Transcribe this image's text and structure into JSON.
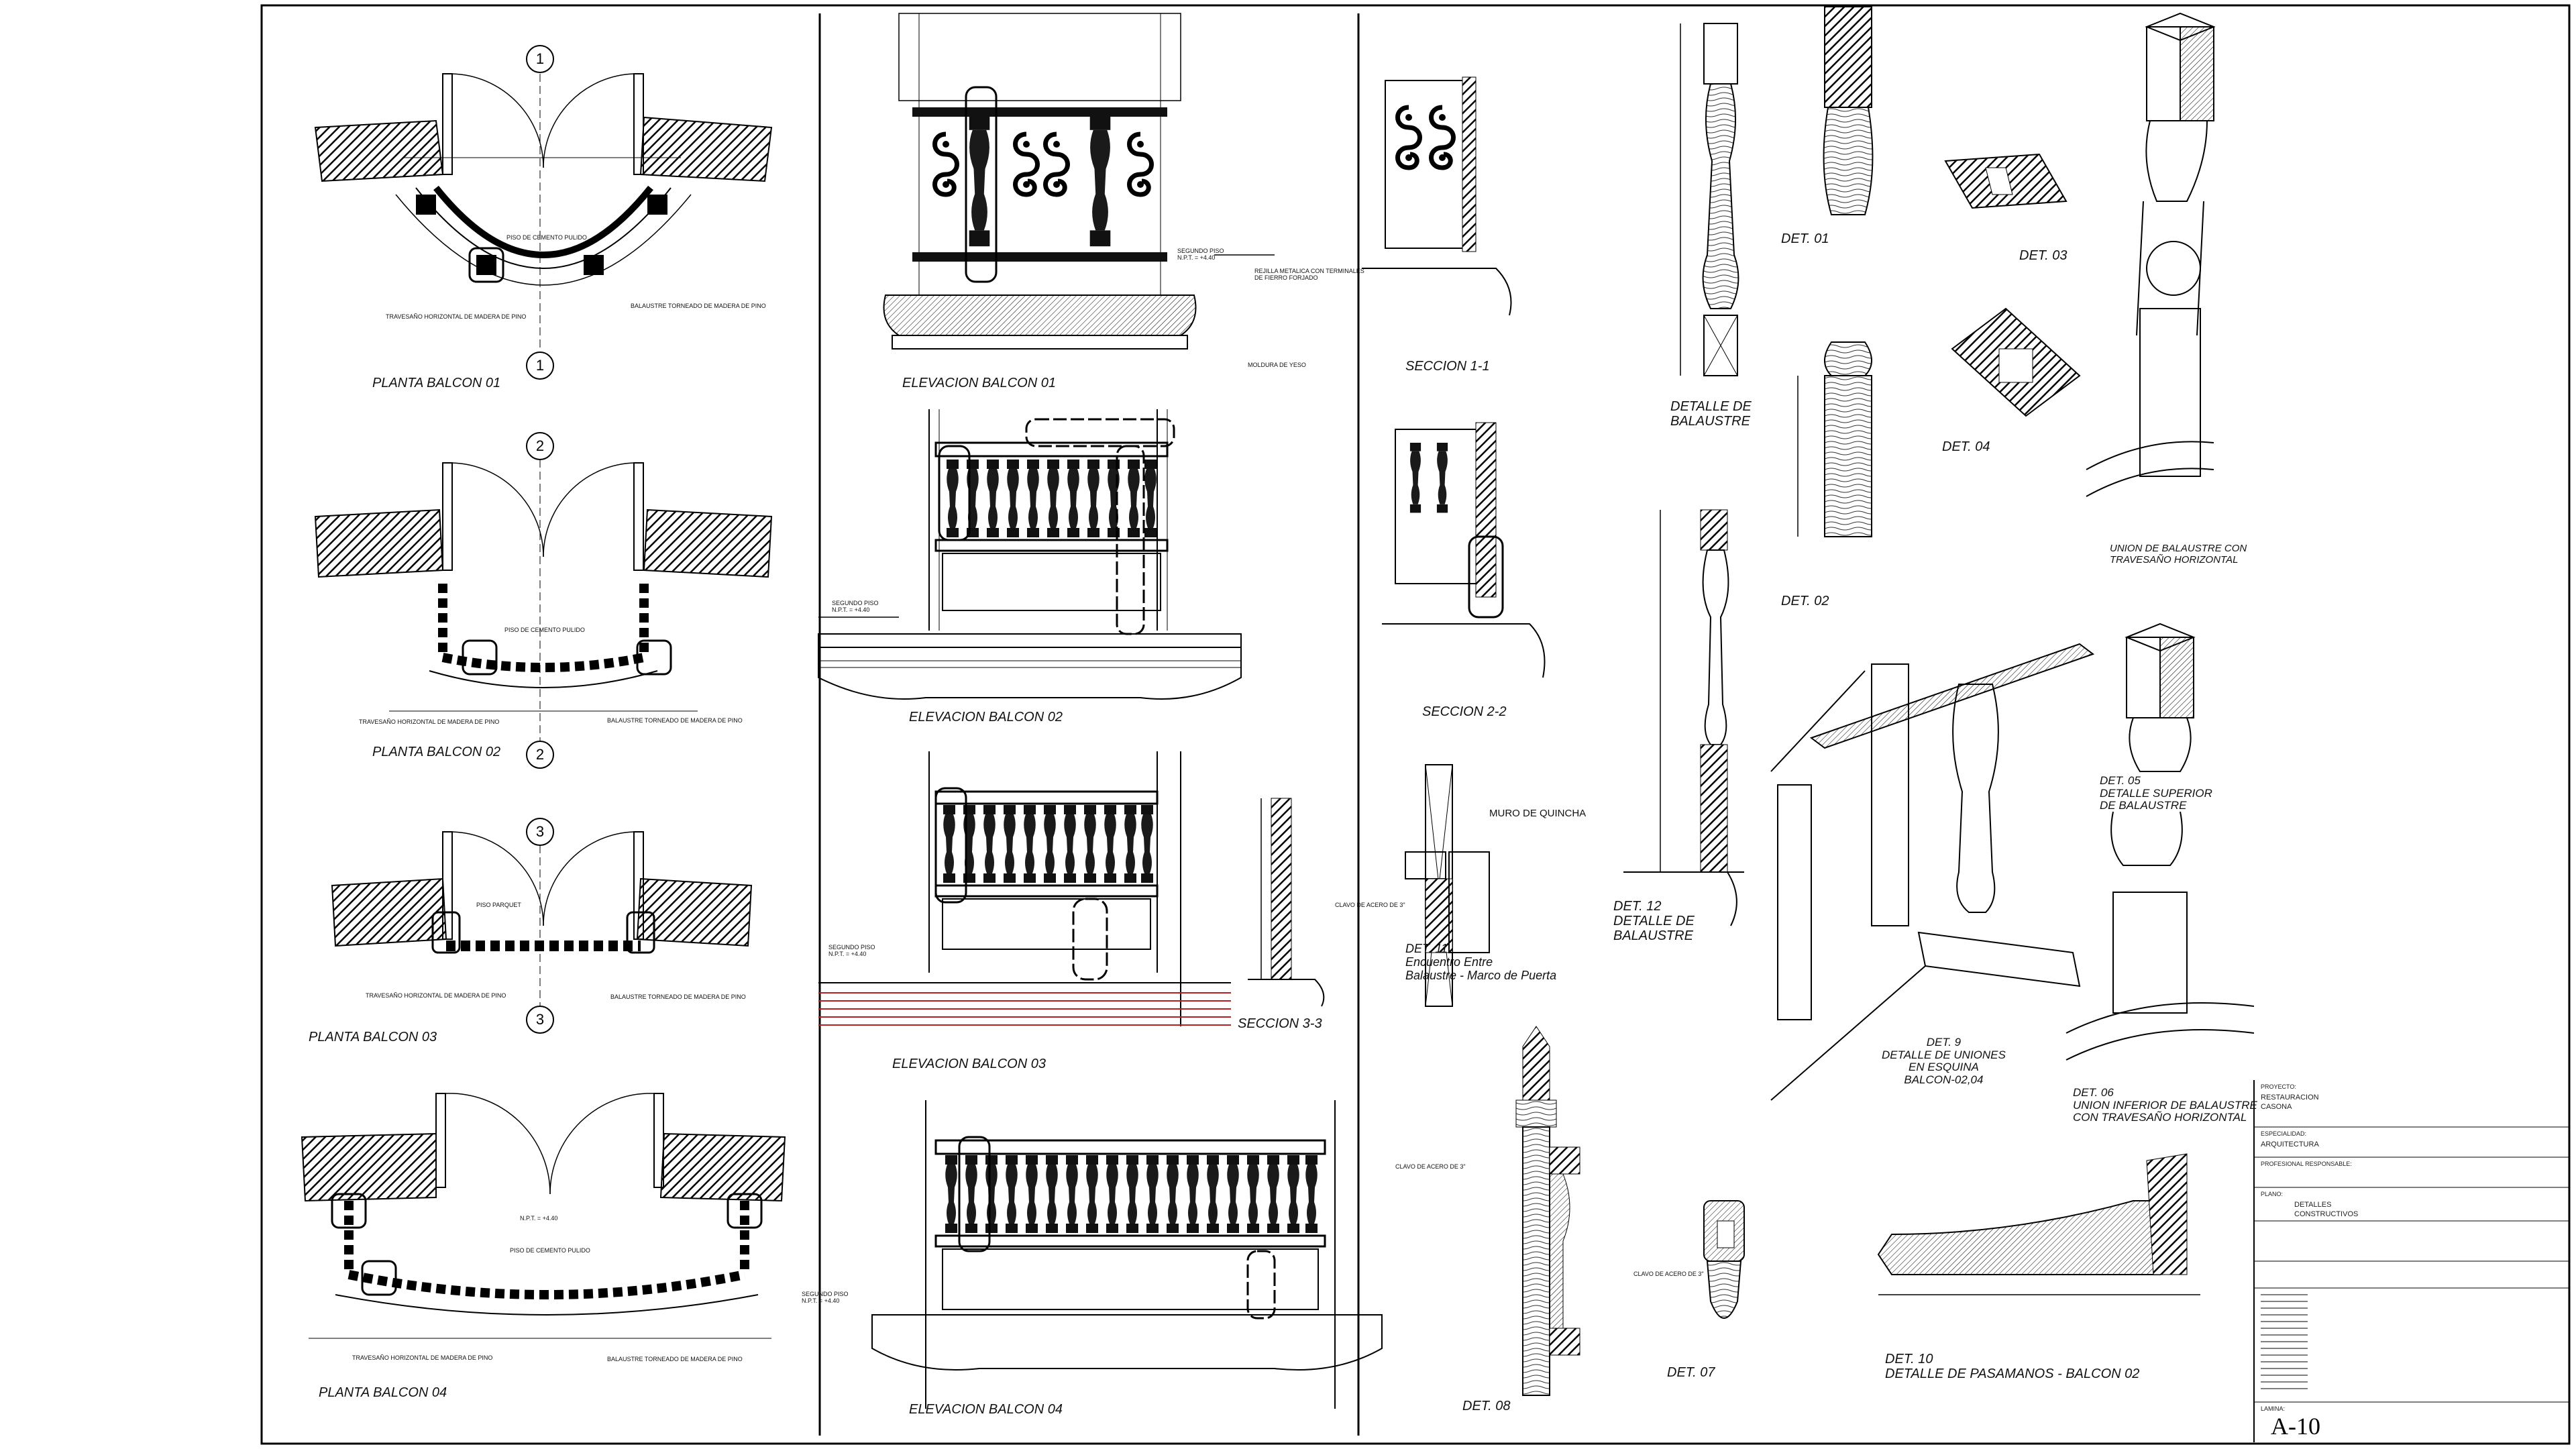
{
  "labels": {
    "planta1": "PLANTA BALCON 01",
    "planta2": "PLANTA BALCON 02",
    "planta3": "PLANTA BALCON 03",
    "planta4": "PLANTA BALCON 04",
    "elev1": "ELEVACION BALCON 01",
    "elev2": "ELEVACION BALCON 02",
    "elev3": "ELEVACION BALCON 03",
    "elev4": "ELEVACION BALCON 04",
    "sec1": "SECCION 1-1",
    "sec2": "SECCION 2-2",
    "sec3": "SECCION 3-3",
    "detbal": "DETALLE DE\nBALAUSTRE",
    "det01": "DET. 01",
    "det02": "DET. 02",
    "det03": "DET. 03",
    "det04": "DET. 04",
    "det05": "DET. 05\nDETALLE SUPERIOR\nDE BALAUSTRE",
    "det06": "DET. 06\nUNION INFERIOR DE BALAUSTRE\nCON TRAVESAÑO HORIZONTAL",
    "det07": "DET. 07",
    "det08": "DET. 08",
    "det09": "DET. 9\nDETALLE DE UNIONES\nEN ESQUINA\nBALCON-02,04",
    "det10": "DET. 10\nDETALLE DE PASAMANOS - BALCON 02",
    "det11": "DET. 11\nEncuentro Entre\nBalaustre - Marco de Puerta",
    "det12": "DET. 12\nDETALLE DE\nBALAUSTRE",
    "union": "UNION DE BALAUSTRE CON\nTRAVESAÑO HORIZONTAL",
    "muro": "MURO DE QUINCHA",
    "piso_cemento": "PISO DE CEMENTO PULIDO",
    "piso_parquet": "PISO PARQUET",
    "travesano": "TRAVESAÑO HORIZONTAL DE MADERA DE PINO",
    "balaustre_torneado": "BALAUSTRE TORNEADO DE MADERA DE PINO",
    "segundo_piso": "SEGUNDO PISO\nN.P.T. = +4.40",
    "npt": "N.P.T. = +4.40",
    "clavo": "CLAVO DE ACERO DE 3\"",
    "rejilla": "REJILLA METALICA CON TERMINALES\nDE FIERRO FORJADO",
    "moldura": "MOLDURA DE YESO"
  },
  "axes": [
    "1",
    "1",
    "2",
    "2",
    "3",
    "3"
  ],
  "title_block": {
    "project_label": "PROYECTO:",
    "project": "RESTAURACION\nCASONA",
    "specialty_label": "ESPECIALIDAD:",
    "specialty": "ARQUITECTURA",
    "responsible_label": "PROFESIONAL RESPONSABLE:",
    "plan_label": "PLANO:",
    "plan": "DETALLES\nCONSTRUCTIVOS",
    "sheet_label": "LAMINA:",
    "sheet": "A-10"
  },
  "colors": {
    "line": "#000000",
    "hatch": "#111111",
    "accent_red": "#b22222",
    "paper": "#ffffff"
  }
}
